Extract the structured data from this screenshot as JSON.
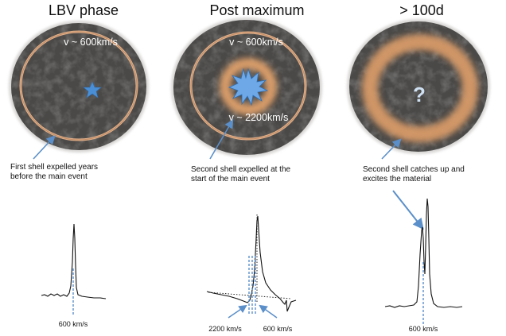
{
  "panels": [
    {
      "title": "LBV phase",
      "velocity_outer": "v ~ 600km/s",
      "caption": [
        "First shell expelled years",
        "before the main event"
      ],
      "spectrum_label": "600 km/s"
    },
    {
      "title": "Post maximum",
      "velocity_outer": "v ~ 600km/s",
      "velocity_inner": "v ~ 2200km/s",
      "caption": [
        "Second shell expelled at the",
        "start of the main event"
      ],
      "spectrum_labels": [
        "2200 km/s",
        "600 km/s"
      ]
    },
    {
      "title": "> 100d",
      "center_symbol": "?",
      "caption": [
        "Second shell catches up and",
        "excites the material"
      ],
      "spectrum_label": "600 km/s"
    }
  ],
  "colors": {
    "shell": "#d9a47a",
    "star": "#4a8fd6",
    "arrow": "#5b8fc9",
    "dash": "#5b8fc9",
    "nebula": "#4a4a4a"
  }
}
